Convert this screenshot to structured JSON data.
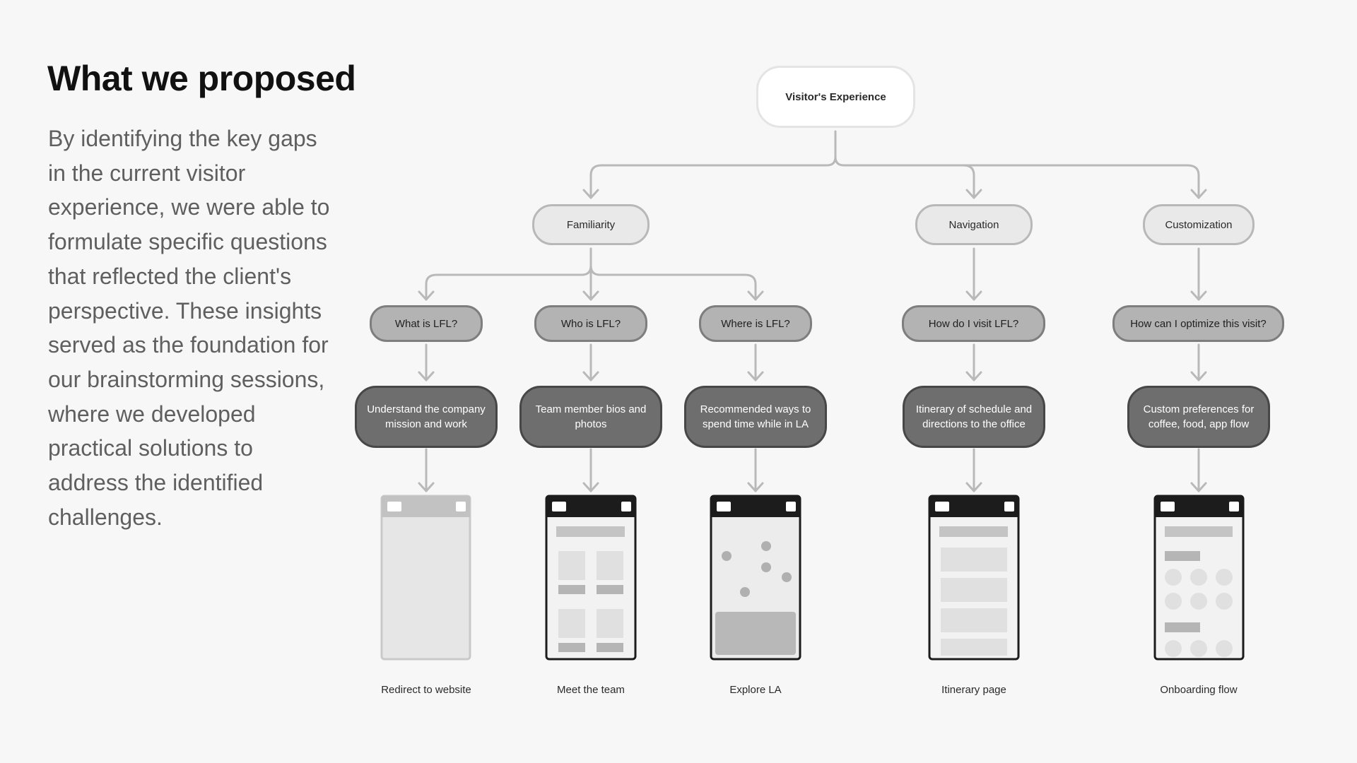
{
  "heading": {
    "title": "What we proposed",
    "body": "By identifying the key gaps in the current visitor experience, we were able to formulate specific questions that reflected the client's perspective. These insights served as the foundation for our brainstorming sessions, where we developed practical solutions to address the identified challenges."
  },
  "diagram": {
    "root": "Visitor's Experience",
    "categories": [
      "Familiarity",
      "Navigation",
      "Customization"
    ],
    "questions": [
      "What is LFL?",
      "Who is LFL?",
      "Where is LFL?",
      "How do I visit LFL?",
      "How can I optimize this visit?"
    ],
    "deliverables": [
      "Understand the company mission and work",
      "Team member bios and photos",
      "Recommended ways to spend time while in LA",
      "Itinerary of schedule and directions to the office",
      "Custom preferences for coffee, food, app flow"
    ],
    "screens": [
      "Redirect to website",
      "Meet the team",
      "Explore LA",
      "Itinerary page",
      "Onboarding flow"
    ]
  },
  "colors": {
    "background": "#f7f7f7",
    "connector": "#b9b9b9",
    "phone_frame": "#1c1c1c",
    "placeholder_light": "#e4e4e4",
    "placeholder_mid": "#b8b8b8"
  }
}
